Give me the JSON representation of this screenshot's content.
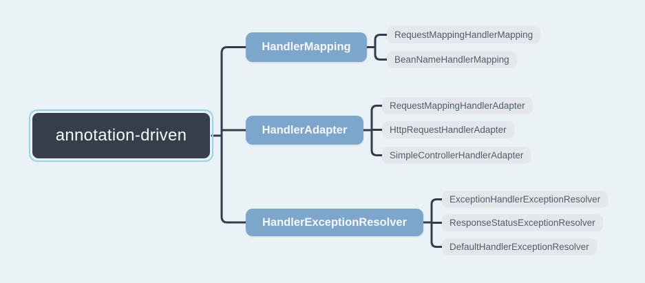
{
  "app": {
    "type": "mindmap-canvas"
  },
  "root": {
    "label": "annotation-driven",
    "selected": true
  },
  "branches": [
    {
      "label": "HandlerMapping",
      "children": [
        {
          "label": "RequestMappingHandlerMapping"
        },
        {
          "label": "BeanNameHandlerMapping"
        }
      ]
    },
    {
      "label": "HandlerAdapter",
      "children": [
        {
          "label": "RequestMappingHandlerAdapter"
        },
        {
          "label": "HttpRequestHandlerAdapter"
        },
        {
          "label": "SimpleControllerHandlerAdapter"
        }
      ]
    },
    {
      "label": "HandlerExceptionResolver",
      "children": [
        {
          "label": "ExceptionHandlerExceptionResolver"
        },
        {
          "label": "ResponseStatusExceptionResolver"
        },
        {
          "label": "DefaultHandlerExceptionResolver"
        }
      ]
    }
  ],
  "colors": {
    "background": "#ebf2f6",
    "root_bg": "#343f4b",
    "root_text": "#f5f8fa",
    "branch_bg": "#7da6cc",
    "branch_text": "#f4f8fb",
    "leaf_bg": "#e4e8ed",
    "leaf_text": "#4f5d6d",
    "connector": "#2f3e4c",
    "selection_outline": "#8fd4ee"
  }
}
